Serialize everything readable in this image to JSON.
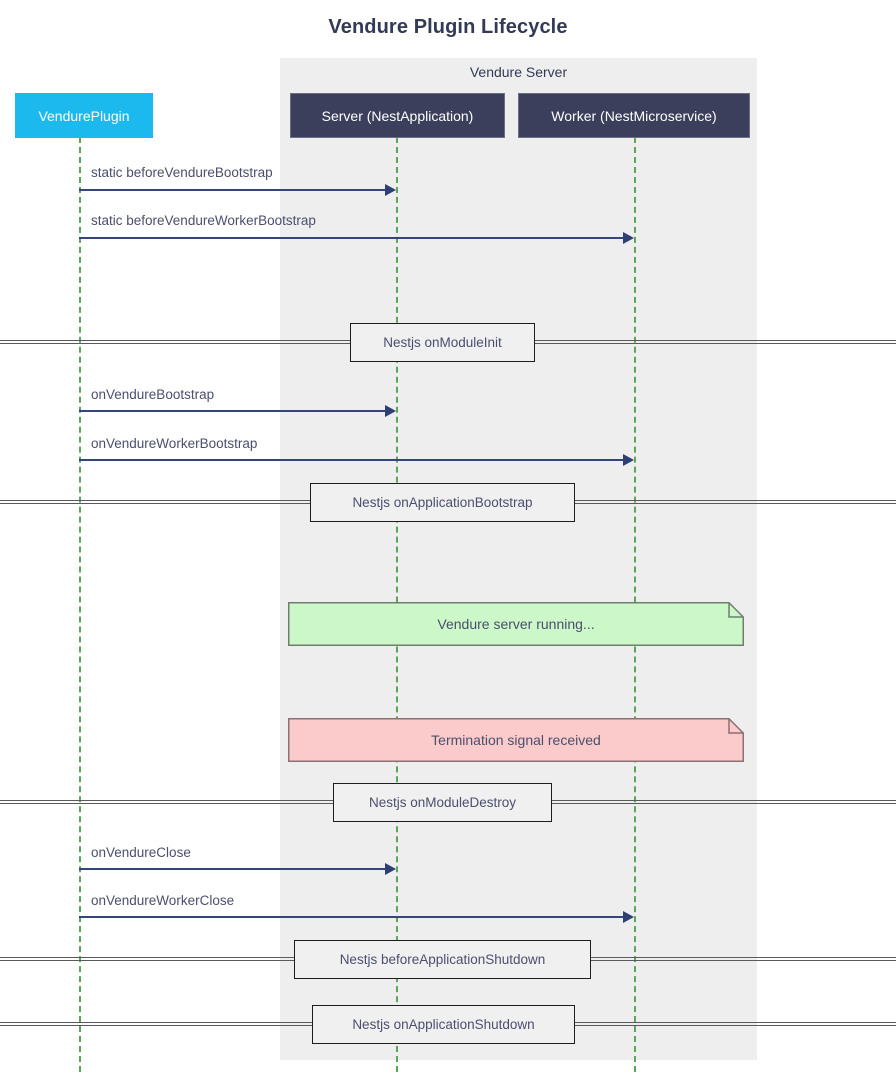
{
  "title": "Vendure Plugin Lifecycle",
  "group": {
    "label": "Vendure Server"
  },
  "participants": [
    {
      "id": "plugin",
      "label": "VendurePlugin",
      "color": "#1cb9ef"
    },
    {
      "id": "server",
      "label": "Server (NestApplication)",
      "color": "#3c3f5c"
    },
    {
      "id": "worker",
      "label": "Worker (NestMicroservice)",
      "color": "#3c3f5c"
    }
  ],
  "messages": [
    {
      "label": "static beforeVendureBootstrap",
      "from": "plugin",
      "to": "server"
    },
    {
      "label": "static beforeVendureWorkerBootstrap",
      "from": "plugin",
      "to": "worker"
    },
    {
      "label": "onVendureBootstrap",
      "from": "plugin",
      "to": "server"
    },
    {
      "label": "onVendureWorkerBootstrap",
      "from": "plugin",
      "to": "worker"
    },
    {
      "label": "onVendureClose",
      "from": "plugin",
      "to": "server"
    },
    {
      "label": "onVendureWorkerClose",
      "from": "plugin",
      "to": "worker"
    }
  ],
  "dividers": [
    {
      "label": "Nestjs onModuleInit"
    },
    {
      "label": "Nestjs onApplicationBootstrap"
    },
    {
      "label": "Nestjs onModuleDestroy"
    },
    {
      "label": "Nestjs beforeApplicationShutdown"
    },
    {
      "label": "Nestjs onApplicationShutdown"
    }
  ],
  "notes": [
    {
      "label": "Vendure server running...",
      "fill": "#ccf7c8",
      "stroke": "#6f7f6f"
    },
    {
      "label": "Termination signal received",
      "fill": "#fbcbcb",
      "stroke": "#8a7070"
    }
  ],
  "colors": {
    "lifeline": "#5aa75a",
    "message": "#33457a",
    "group_background": "#eeeeee",
    "text": "#4a4f6e",
    "title": "#333a56"
  }
}
